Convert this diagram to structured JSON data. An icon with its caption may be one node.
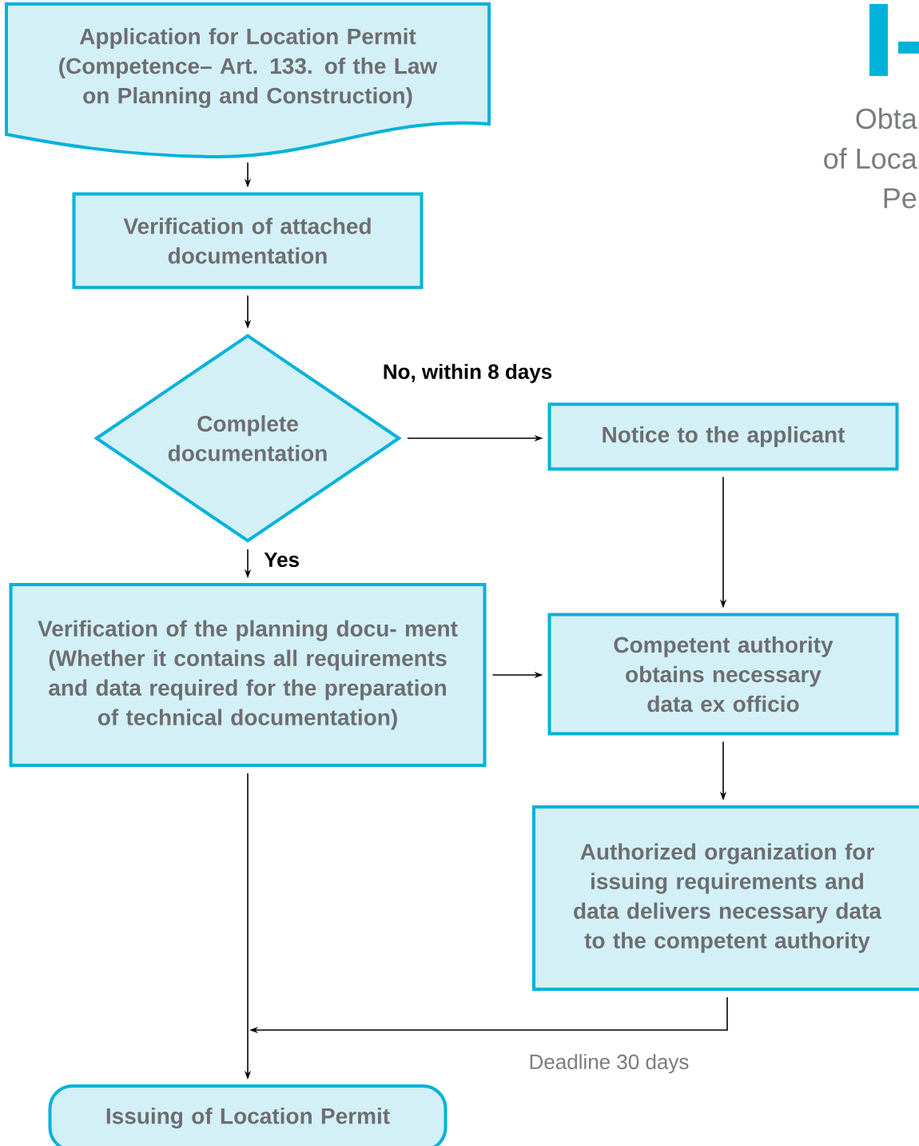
{
  "diagram": {
    "nodes": [
      {
        "text": [
          "Application for Location Permit (Competence– Art. 133. of the Law on Planning and Construction)"
        ]
      },
      {
        "text": [
          "Verification of attached documentation"
        ]
      },
      {
        "text": [
          "Complete documentation"
        ]
      },
      {
        "text": [
          "Notice to the applicant"
        ]
      },
      {
        "text": [
          "Verification of the planning docu- ment (Whether it contains all requirements and data required for the preparation of technical documentation)"
        ]
      },
      {
        "text": [
          "Competent authority obtains necessary data ex officio"
        ]
      },
      {
        "text": [
          "Authorized organization for issuing requirements and data delivers necessary data to the competent authority"
        ]
      },
      {
        "text": [
          "Issuing of Location Permit"
        ]
      }
    ],
    "edges": [
      {
        "from": 0,
        "to": 1,
        "arrow": "to"
      },
      {
        "from": 1,
        "to": 2,
        "arrow": "to"
      },
      {
        "from": 2,
        "to": 3,
        "arrow": "to",
        "label": "No, within 8 days"
      },
      {
        "from": 2,
        "to": 4,
        "arrow": "to",
        "label": "Yes"
      },
      {
        "from": 4,
        "to": 5,
        "arrow": "to"
      },
      {
        "from": 3,
        "to": 5,
        "arrow": "to"
      },
      {
        "from": 5,
        "to": 6,
        "arrow": "to"
      },
      {
        "from": 4,
        "to": 7,
        "arrow": "to"
      },
      {
        "from": 6,
        "to": 7,
        "arrow": "to",
        "label": "Deadline 30 days"
      }
    ],
    "labels": [
      "Obta",
      "of Loca",
      "Pe"
    ]
  }
}
